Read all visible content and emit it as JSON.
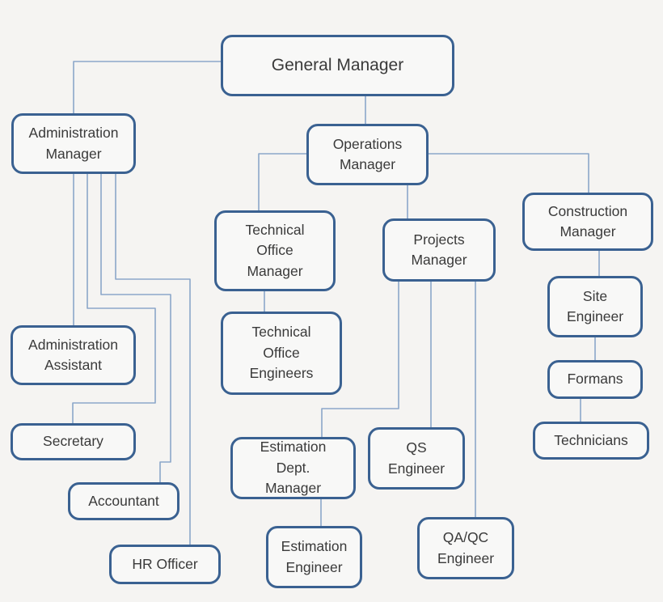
{
  "diagram": {
    "type": "org-chart",
    "colors": {
      "background": "#f5f4f2",
      "node_fill": "#f8f8f7",
      "node_border": "#3a6191",
      "connector": "#8ba6c9",
      "text": "#3a3a3a"
    },
    "nodes": {
      "general_manager": {
        "label": "General Manager"
      },
      "administration_manager": {
        "label": "Administration Manager"
      },
      "operations_manager": {
        "label": "Operations Manager"
      },
      "technical_office_manager": {
        "label": "Technical Office Manager"
      },
      "projects_manager": {
        "label": "Projects Manager"
      },
      "construction_manager": {
        "label": "Construction Manager"
      },
      "administration_assistant": {
        "label": "Administration Assistant"
      },
      "secretary": {
        "label": "Secretary"
      },
      "accountant": {
        "label": "Accountant"
      },
      "hr_officer": {
        "label": "HR Officer"
      },
      "technical_office_engineers": {
        "label": "Technical Office Engineers"
      },
      "estimation_dept_manager": {
        "label": "Estimation Dept. Manager"
      },
      "estimation_engineer": {
        "label": "Estimation Engineer"
      },
      "qs_engineer": {
        "label": "QS Engineer"
      },
      "qa_qc_engineer": {
        "label": "QA/QC Engineer"
      },
      "site_engineer": {
        "label": "Site Engineer"
      },
      "formans": {
        "label": "Formans"
      },
      "technicians": {
        "label": "Technicians"
      }
    },
    "edges": [
      {
        "from": "general_manager",
        "to": "administration_manager"
      },
      {
        "from": "general_manager",
        "to": "operations_manager"
      },
      {
        "from": "operations_manager",
        "to": "technical_office_manager"
      },
      {
        "from": "operations_manager",
        "to": "projects_manager"
      },
      {
        "from": "operations_manager",
        "to": "construction_manager"
      },
      {
        "from": "administration_manager",
        "to": "administration_assistant"
      },
      {
        "from": "administration_manager",
        "to": "secretary"
      },
      {
        "from": "administration_manager",
        "to": "accountant"
      },
      {
        "from": "administration_manager",
        "to": "hr_officer"
      },
      {
        "from": "technical_office_manager",
        "to": "technical_office_engineers"
      },
      {
        "from": "projects_manager",
        "to": "estimation_dept_manager"
      },
      {
        "from": "projects_manager",
        "to": "qs_engineer"
      },
      {
        "from": "projects_manager",
        "to": "qa_qc_engineer"
      },
      {
        "from": "estimation_dept_manager",
        "to": "estimation_engineer"
      },
      {
        "from": "construction_manager",
        "to": "site_engineer"
      },
      {
        "from": "site_engineer",
        "to": "formans"
      },
      {
        "from": "formans",
        "to": "technicians"
      }
    ]
  }
}
